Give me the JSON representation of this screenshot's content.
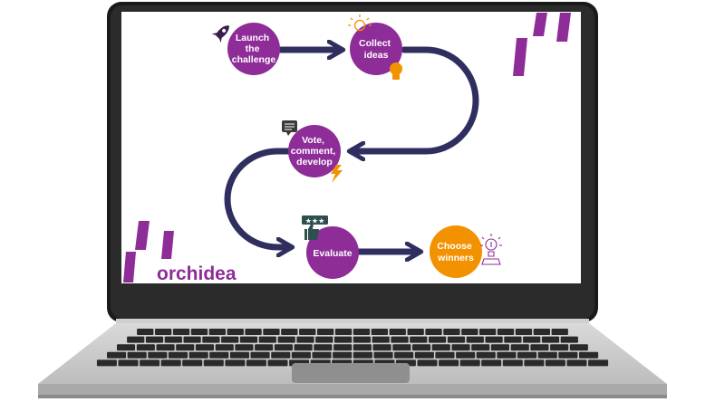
{
  "brand": {
    "name": "orchidea",
    "purple": "#8e2c98",
    "orange": "#f39200",
    "navy": "#2f2f5f"
  },
  "stages": [
    {
      "id": "launch",
      "lines": [
        "Launch",
        "the",
        "challenge"
      ],
      "icon": "rocket-icon"
    },
    {
      "id": "collect",
      "lines": [
        "Collect",
        "ideas"
      ],
      "icon": "lightbulb-icon"
    },
    {
      "id": "vote",
      "lines": [
        "Vote,",
        "comment,",
        "develop"
      ],
      "icon": "comment-icon"
    },
    {
      "id": "evaluate",
      "lines": [
        "Evaluate"
      ],
      "icon": "rating-thumbs-up-icon"
    },
    {
      "id": "choose",
      "lines": [
        "Choose",
        "winners"
      ],
      "icon": "trophy-icon"
    }
  ]
}
